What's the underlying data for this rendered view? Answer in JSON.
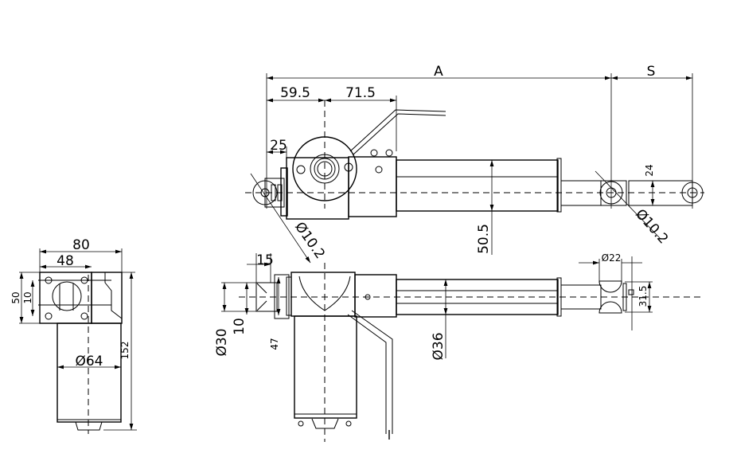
{
  "drawing": {
    "top_view": {
      "dim_stroke_length": "A",
      "dim_stroke": "S",
      "dim_rear_to_motor": "59.5",
      "dim_motor_to_front": "71.5",
      "dim_rear_offset": "25",
      "dim_rear_hole": "Ø10.2",
      "dim_front_hole": "Ø10.2",
      "dim_height": "50.5",
      "dim_rod_end": "24"
    },
    "side_view": {
      "dim_clevis_length": "15",
      "dim_clevis_dia": "Ø30",
      "dim_slot": "10",
      "dim_clevis_height": "47",
      "dim_tube_dia": "Ø36",
      "dim_rod_eye_dia": "Ø22",
      "dim_rod_eye_width": "31.5"
    },
    "end_view": {
      "dim_width": "80",
      "dim_bolt_spacing": "48",
      "dim_height": "50",
      "dim_slot": "10",
      "dim_motor_dia": "Ø64",
      "dim_total_height": "152"
    }
  }
}
